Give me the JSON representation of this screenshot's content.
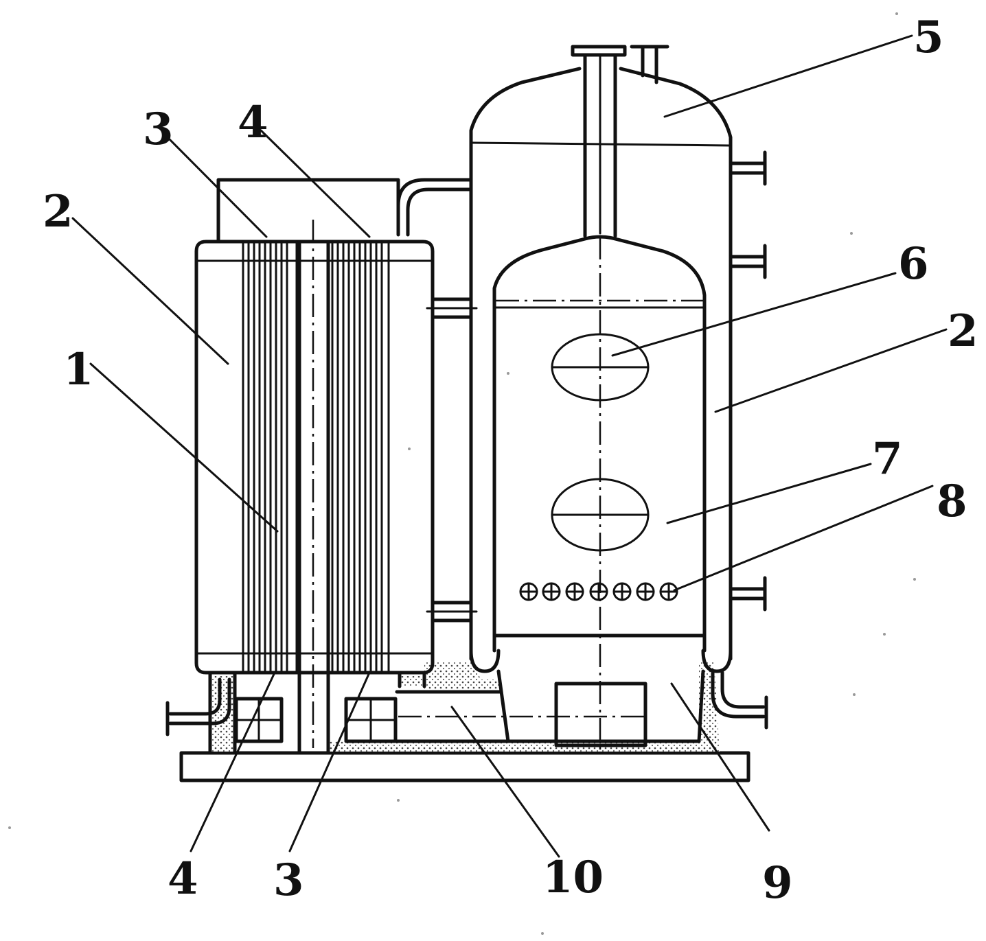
{
  "diagram": {
    "labels": [
      {
        "id": "label-1",
        "text": "1"
      },
      {
        "id": "label-2-left",
        "text": "2"
      },
      {
        "id": "label-3-top",
        "text": "3"
      },
      {
        "id": "label-4-top",
        "text": "4"
      },
      {
        "id": "label-5",
        "text": "5"
      },
      {
        "id": "label-6",
        "text": "6"
      },
      {
        "id": "label-2-right",
        "text": "2"
      },
      {
        "id": "label-7",
        "text": "7"
      },
      {
        "id": "label-8",
        "text": "8"
      },
      {
        "id": "label-4-bottom",
        "text": "4"
      },
      {
        "id": "label-3-bottom",
        "text": "3"
      },
      {
        "id": "label-10",
        "text": "10"
      },
      {
        "id": "label-9",
        "text": "9"
      }
    ],
    "colors": {
      "line": "#111111",
      "insulation_fill": "#cfcfcf",
      "background": "#ffffff"
    }
  }
}
